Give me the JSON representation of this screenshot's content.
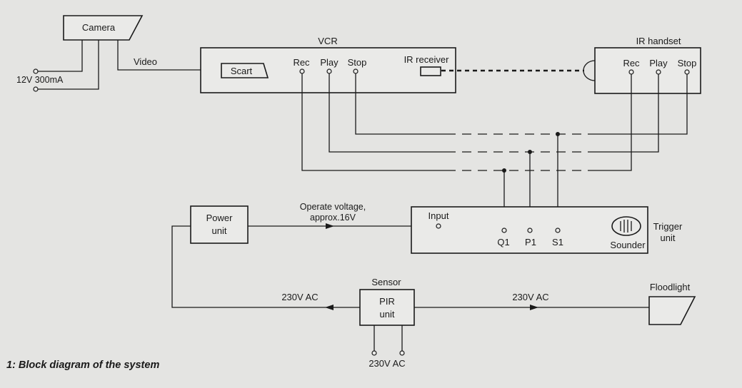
{
  "caption": "1: Block diagram of the system",
  "camera": {
    "label": "Camera",
    "supply": "12V 300mA",
    "signal": "Video"
  },
  "vcr": {
    "title": "VCR",
    "input": "Scart",
    "rec": "Rec",
    "play": "Play",
    "stop": "Stop",
    "ir_receiver": "IR receiver"
  },
  "ir_handset": {
    "title": "IR handset",
    "rec": "Rec",
    "play": "Play",
    "stop": "Stop"
  },
  "power_unit": {
    "line1": "Power",
    "line2": "unit",
    "output_line1": "Operate voltage,",
    "output_line2": "approx.16V"
  },
  "trigger_unit": {
    "title_line1": "Trigger",
    "title_line2": "unit",
    "input": "Input",
    "q1": "Q1",
    "p1": "P1",
    "s1": "S1",
    "sounder": "Sounder"
  },
  "sensor": {
    "title": "Sensor",
    "line1": "PIR",
    "line2": "unit",
    "supply_in": "230V AC",
    "supply_left": "230V AC",
    "supply_right": "230V AC"
  },
  "floodlight": {
    "label": "Floodlight"
  }
}
